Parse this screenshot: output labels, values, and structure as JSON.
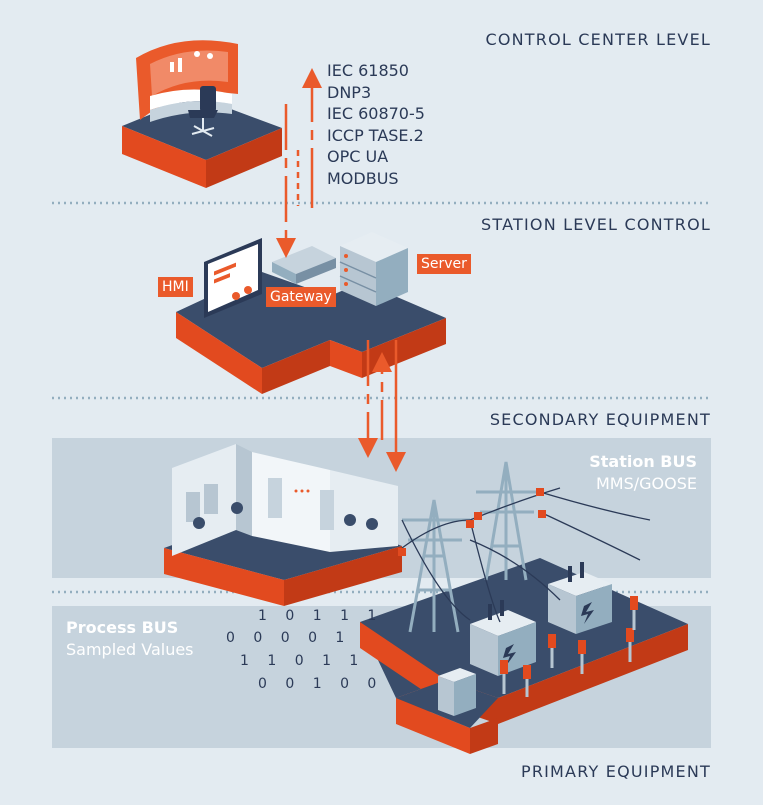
{
  "levels": {
    "control_center": "CONTROL CENTER LEVEL",
    "station_level": "STATION LEVEL CONTROL",
    "secondary": "SECONDARY EQUIPMENT",
    "primary": "PRIMARY EQUIPMENT"
  },
  "protocols": [
    "IEC 61850",
    "DNP3",
    "IEC 60870-5",
    "ICCP TASE.2",
    "OPC UA",
    "MODBUS"
  ],
  "labels": {
    "hmi": "HMI",
    "gateway": "Gateway",
    "server": "Server"
  },
  "station_bus": {
    "title": "Station BUS",
    "subtitle": "MMS/GOOSE"
  },
  "process_bus": {
    "title": "Process BUS",
    "subtitle": "Sampled Values"
  },
  "bit_rows": [
    "1 0 1 1 1",
    "0 0 0 0 1",
    "1 1 0 1 1",
    "0 0 1 0 0"
  ],
  "colors": {
    "background": "#e3ebf1",
    "band": "#c6d3dd",
    "accent": "#ea5a2b",
    "platform_top": "#3a4d6b",
    "text": "#2b3a57",
    "divider": "#93aebf"
  }
}
